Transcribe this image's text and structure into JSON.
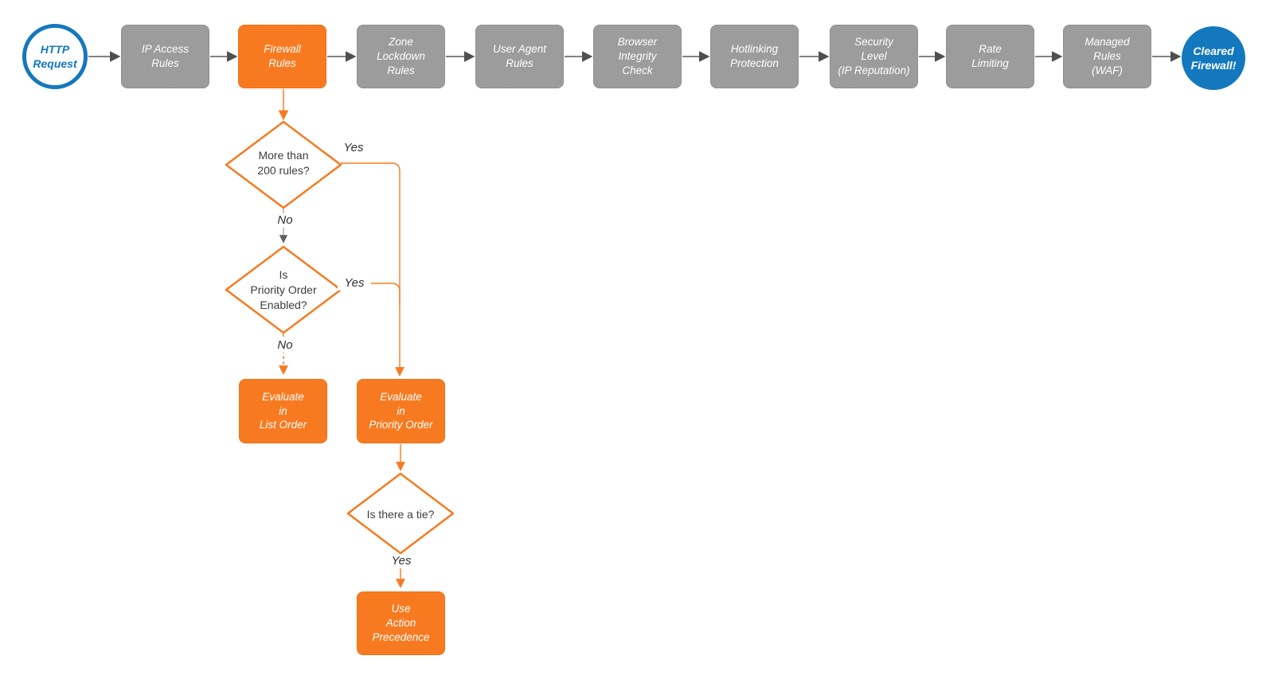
{
  "title": "Firewall request evaluation flowchart",
  "colors": {
    "accent_orange": "#f87a20",
    "step_gray": "#9c9c9c",
    "brand_blue": "#1478be",
    "arrow_gray": "#4f4f4f",
    "text_dark": "#3d3d3d",
    "node_text": "#ffffff"
  },
  "flow": {
    "start": {
      "label": [
        "HTTP",
        "Request"
      ]
    },
    "steps": [
      {
        "label": [
          "IP Access",
          "Rules"
        ],
        "style": "gray"
      },
      {
        "label": [
          "Firewall",
          "Rules"
        ],
        "style": "orange"
      },
      {
        "label": [
          "Zone",
          "Lockdown",
          "Rules"
        ],
        "style": "gray"
      },
      {
        "label": [
          "User Agent",
          "Rules"
        ],
        "style": "gray"
      },
      {
        "label": [
          "Browser",
          "Integrity",
          "Check"
        ],
        "style": "gray"
      },
      {
        "label": [
          "Hotlinking",
          "Protection"
        ],
        "style": "gray"
      },
      {
        "label": [
          "Security",
          "Level",
          "(IP Reputation)"
        ],
        "style": "gray"
      },
      {
        "label": [
          "Rate",
          "Limiting"
        ],
        "style": "gray"
      },
      {
        "label": [
          "Managed",
          "Rules",
          "(WAF)"
        ],
        "style": "gray"
      }
    ],
    "end": {
      "label": [
        "Cleared",
        "Firewall!"
      ]
    }
  },
  "decisions": {
    "more_than_200": {
      "question": [
        "More than",
        "200 rules?"
      ],
      "yes_label": "Yes",
      "no_label": "No"
    },
    "priority_order": {
      "question": [
        "Is",
        "Priority Order",
        "Enabled?"
      ],
      "yes_label": "Yes",
      "no_label": "No"
    },
    "tie": {
      "question": "Is there a tie?",
      "yes_label": "Yes"
    }
  },
  "actions": {
    "evaluate_list": [
      "Evaluate",
      "in",
      "List Order"
    ],
    "evaluate_priority": [
      "Evaluate",
      "in",
      "Priority Order"
    ],
    "use_action_precedence": [
      "Use",
      "Action",
      "Precedence"
    ]
  }
}
